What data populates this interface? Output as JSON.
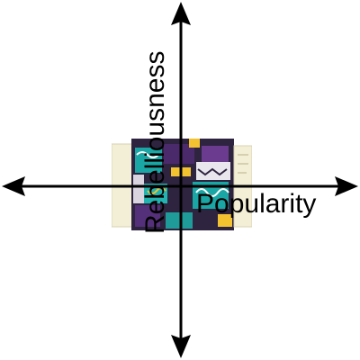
{
  "diagram": {
    "x_axis": {
      "label": "Popularity"
    },
    "y_axis": {
      "label": "Rebelliousness"
    },
    "colors": {
      "axis": "#000000",
      "background": "#ffffff",
      "collage_teal": "#1aa6a4",
      "collage_purple": "#4b2a6b",
      "collage_yellow": "#f2c230",
      "collage_cream": "#f3efd6"
    },
    "center_image": "album-cover-collage-image"
  }
}
